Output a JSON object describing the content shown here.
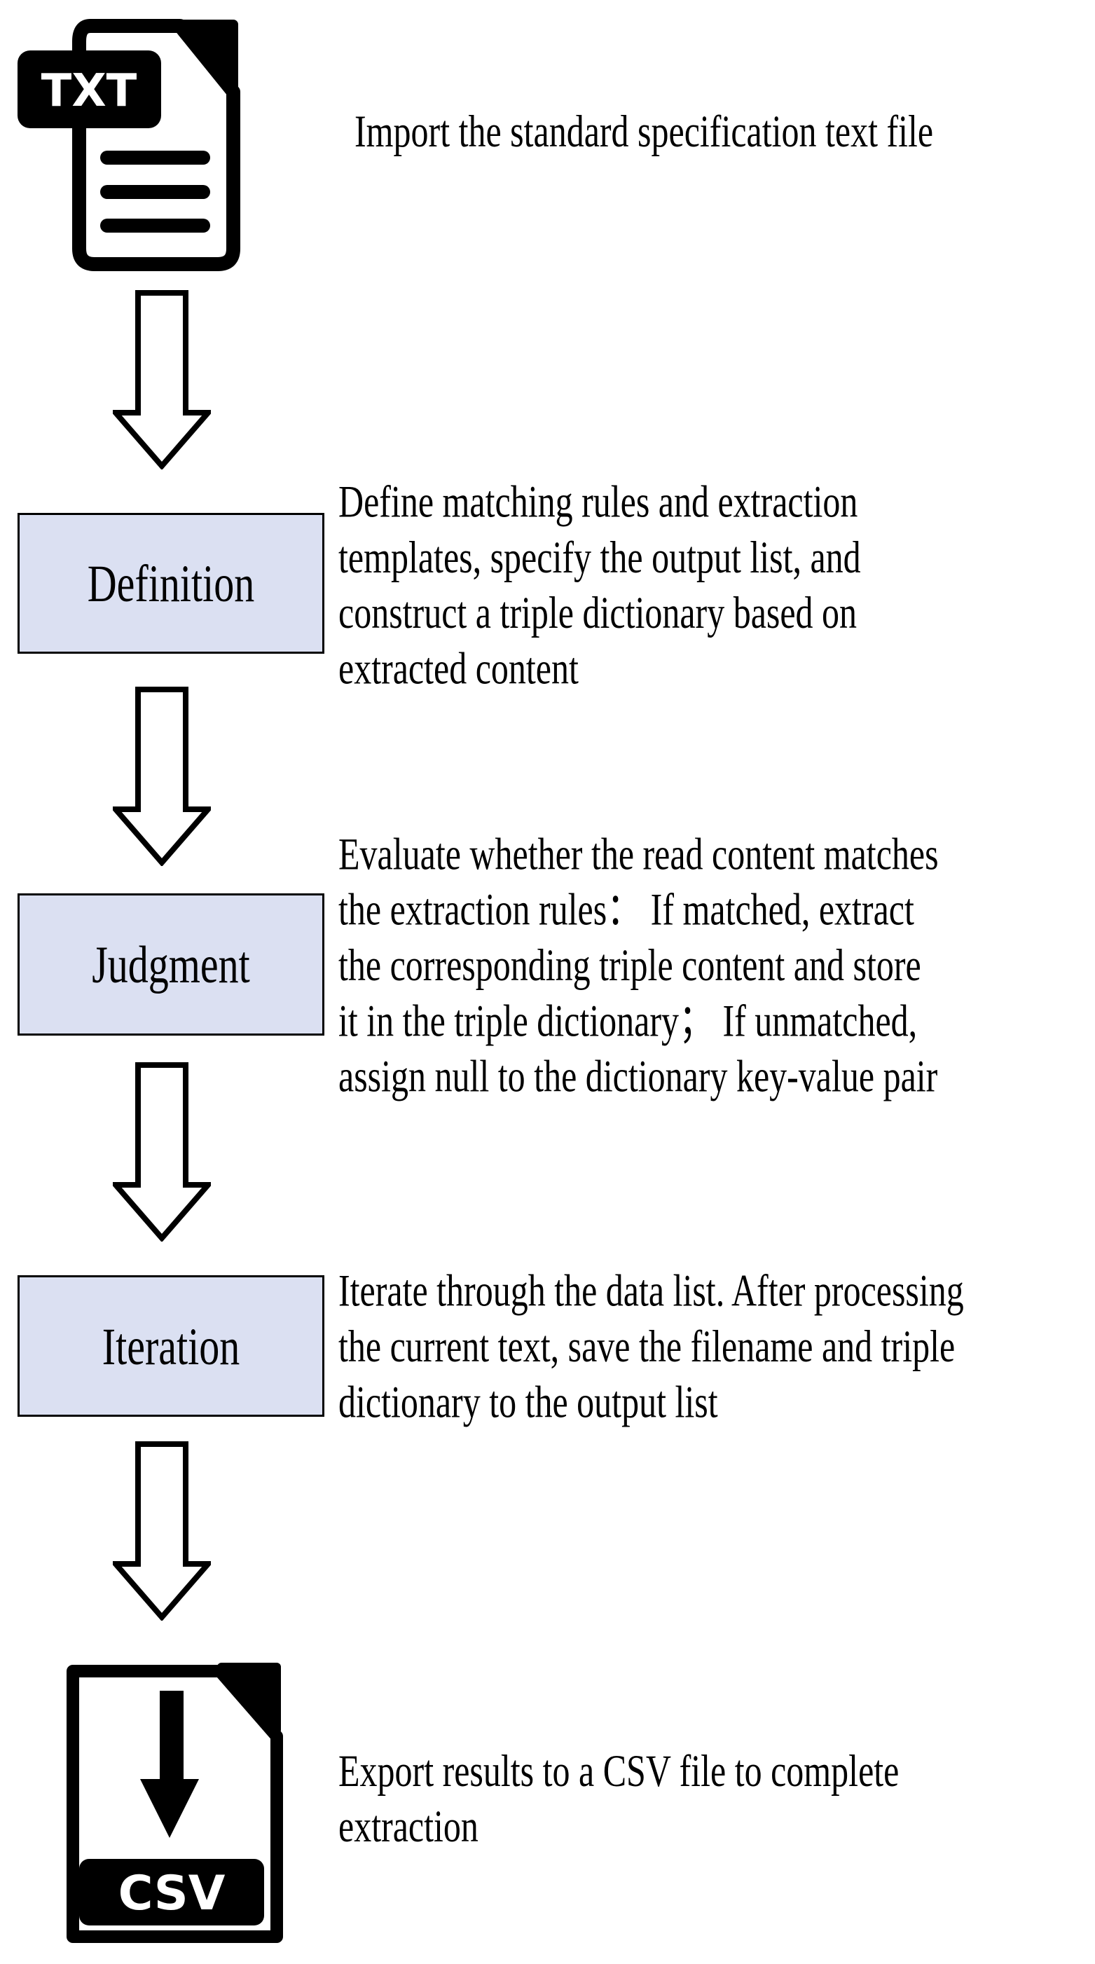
{
  "figure": {
    "background": "#ffffff",
    "box_fill": "#dbe0f2",
    "box_border_color": "#000000",
    "text_color": "#000000",
    "icon_color": "#000000",
    "steps": [
      {
        "kind": "icon",
        "icon": "txt-file-icon",
        "badge": "TXT",
        "description": "Import the standard specification text file"
      },
      {
        "kind": "box",
        "label": "Definition",
        "description": "Define matching rules and extraction\ntemplates, specify the output list, and\nconstruct a triple dictionary based on\nextracted content"
      },
      {
        "kind": "box",
        "label": "Judgment",
        "description": "Evaluate whether the read content matches\nthe extraction rules： If matched, extract\nthe corresponding triple content and store\nit in the triple dictionary； If unmatched,\nassign null to the dictionary key-value pair"
      },
      {
        "kind": "box",
        "label": "Iteration",
        "description": "Iterate through the data list. After processing\nthe current text, save the filename and triple\ndictionary to the output list"
      },
      {
        "kind": "icon",
        "icon": "csv-file-icon",
        "badge": "CSV",
        "description": "Export results to a CSV file to complete\nextraction"
      }
    ]
  }
}
